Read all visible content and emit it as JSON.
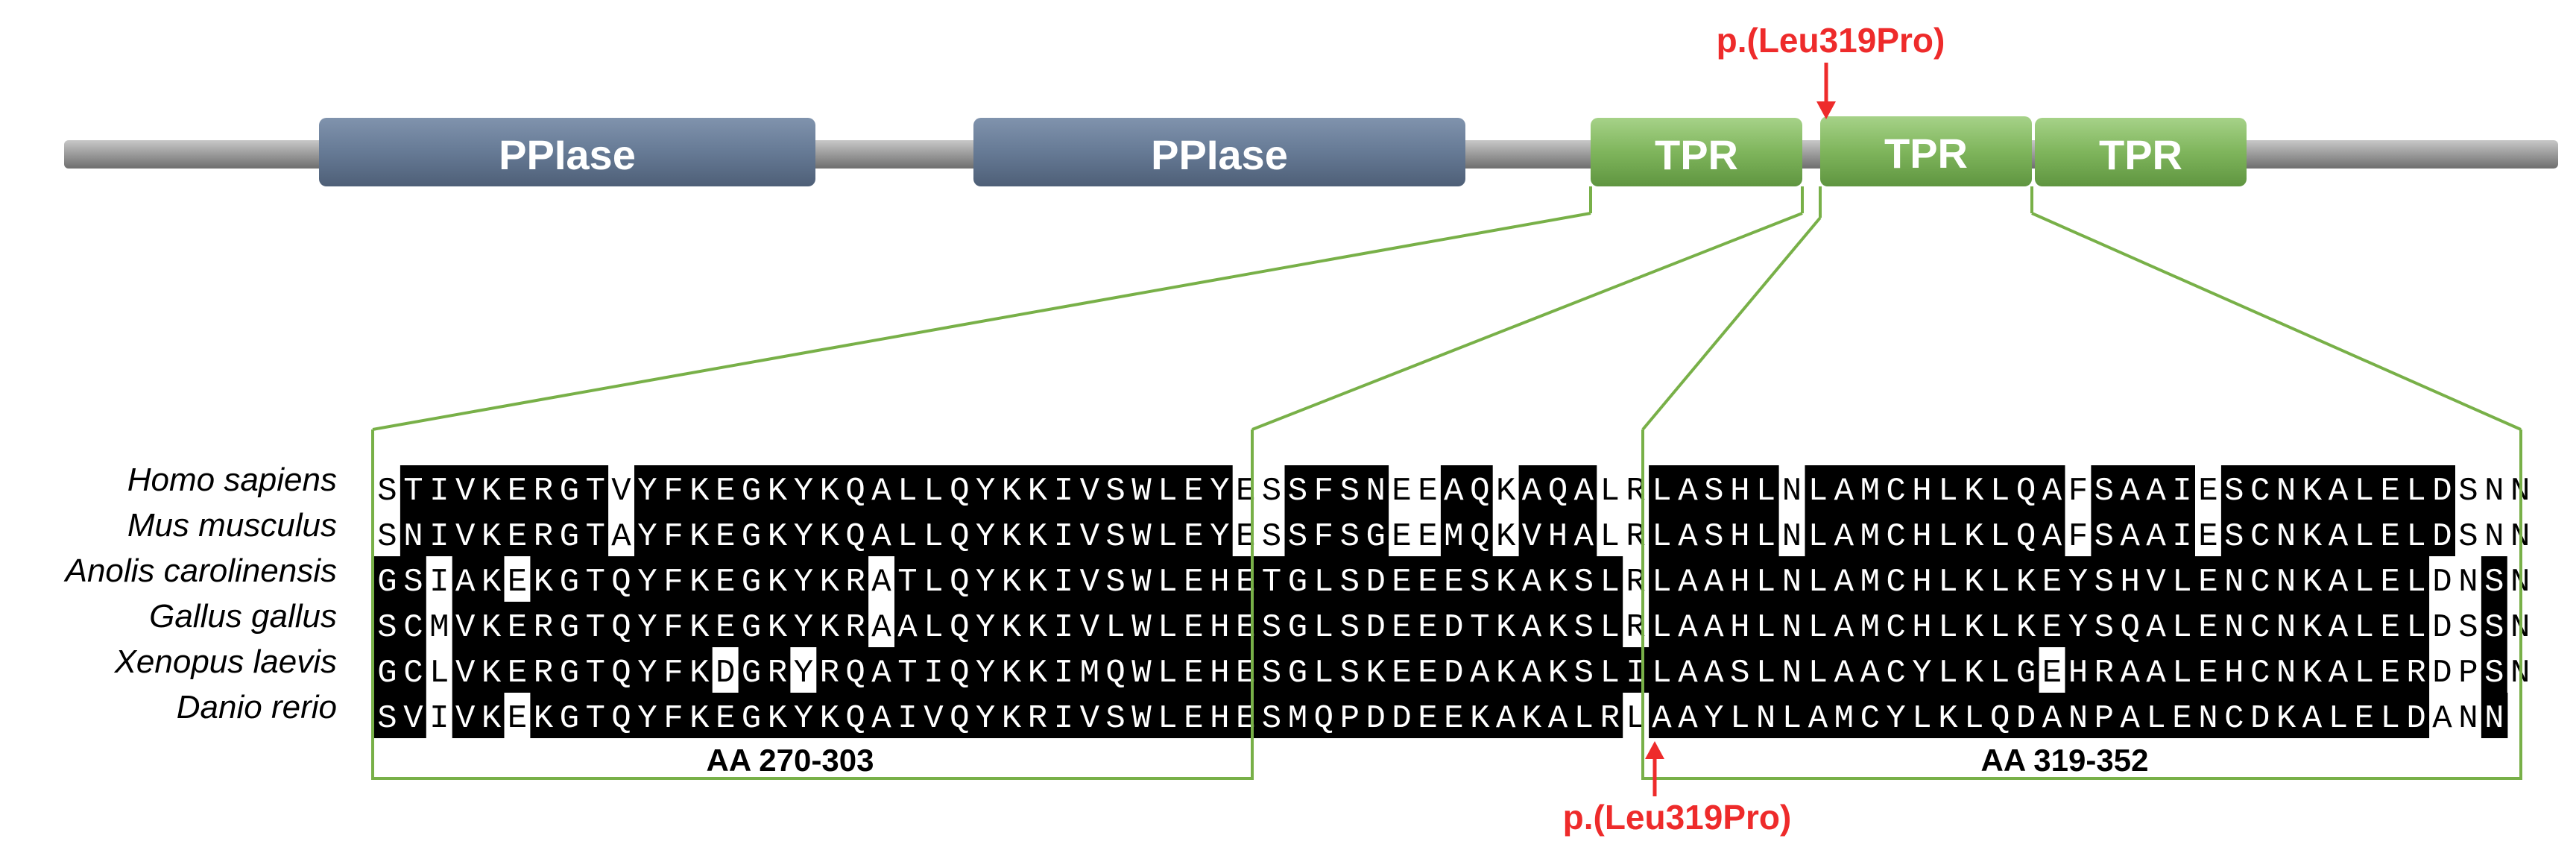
{
  "colors": {
    "backbone": "#9a9a9a",
    "ppiase_fill": "#667a95",
    "tpr_fill": "#7fb55c",
    "zoom_line": "#78b048",
    "mutation": "#ee2b2b",
    "conserved_bg": "#000000",
    "conserved_fg": "#ffffff",
    "variant_bg": "#ffffff",
    "variant_fg": "#000000"
  },
  "domains": [
    {
      "type": "PPIase",
      "label": "PPIase"
    },
    {
      "type": "PPIase",
      "label": "PPIase"
    },
    {
      "type": "TPR",
      "label": "TPR"
    },
    {
      "type": "TPR",
      "label": "TPR"
    },
    {
      "type": "TPR",
      "label": "TPR"
    }
  ],
  "mutation_top": {
    "label": "p.(Leu319Pro)"
  },
  "mutation_bottom": {
    "label": "p.(Leu319Pro)"
  },
  "alignment": {
    "species": [
      "Homo sapiens",
      "Mus musculus",
      "Anolis carolinensis",
      "Gallus gallus",
      "Xenopus laevis",
      "Danio rerio"
    ],
    "sequences": [
      "STIVKERGTVYFKEGKYKQALLQYKKIVSWLEYESSFSNEEAQKAQALRLASHLNLAMCHLKLQAFSAAIESCNKALELDSNN",
      "SNIVKERGTAYFKEGKYKQALLQYKKIVSWLEYESSFSGEEMQKVHALRLASHLNLAMCHLKLQAFSAAIESCNKALELDSNN",
      "GSIAKEKGTQYFKEGKYKRATLQYKKIVSWLEHETGLSDEEESKAKSLRLAAHLNLAMCHLKLKEYSHVLENCNKALELDNSN",
      "SCMVKERGTQYFKEGKYKRAALQYKKIVLWLEHESGLSDEEDTKAKSLRLAAHLNLAMCHLKLKEYSQALENCNKALELDSSN",
      "GCLVKERGTQYFKDGRYRQATIQYKKIMQWLEHESGLSKEEDAKAKSLILAASLNLAACYLKLGEHRAALEHCNKALERDPSN",
      "SVIVKEKGTQYFKEGKYKQAIVQYKRIVSWLEHESMQPDDEEKAKALRLAAYLNLAMCYLKLQDANPALENCDKALELDANN"
    ],
    "conserved_mask": [
      "0111111110111111111111111111111110011110011011100111110111111111101111011111111100",
      "0111111110111111111111111111111110011110011011100111110111111111101111011111111100",
      "1101101111111111111011111111111111111111111111110111111111111111111111111111111001",
      "1101111111111111111011111111111111111111111111110111111111111111111111111111111001",
      "1101111111111011011111111111111111111111111111111111111111111111011111111111111001",
      "1101101111111111111111111111111111111111111111110111111111111111111111111111111001"
    ]
  },
  "range_left": {
    "label": "AA 270-303"
  },
  "range_right": {
    "label": "AA 319-352"
  }
}
